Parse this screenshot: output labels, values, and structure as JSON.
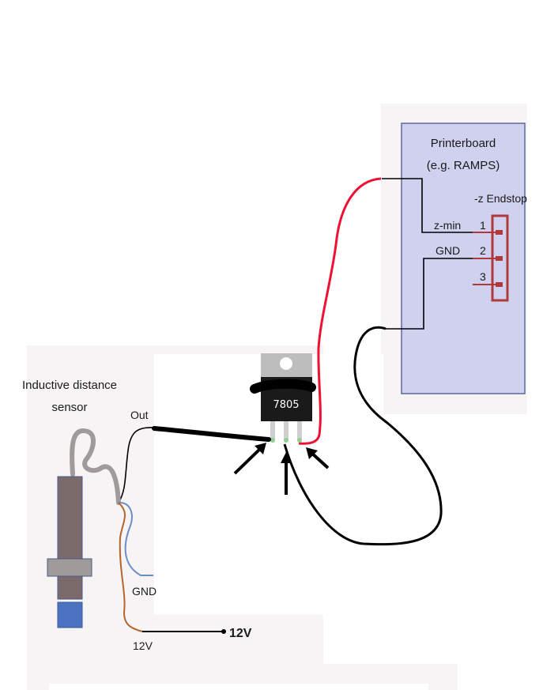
{
  "printerboard": {
    "title_line1": "Printerboard",
    "title_line2": "(e.g. RAMPS)",
    "connector_label": "-z Endstop",
    "pins": [
      {
        "number": "1",
        "signal": "z-min"
      },
      {
        "number": "2",
        "signal": "GND"
      },
      {
        "number": "3",
        "signal": ""
      }
    ],
    "fill_color": "#cfd1ef",
    "border_color": "#5a6aa0",
    "connector_color": "#b03a3a"
  },
  "regulator": {
    "part_number": "7805",
    "body_color": "#1a1a1a",
    "tab_color": "#bdbdbd",
    "pin_dot_color": "#8fcf8f"
  },
  "sensor": {
    "label_line1": "Inductive distance",
    "label_line2": "sensor",
    "body_color": "#7a6a6a",
    "nut_color": "#a09a9a",
    "tip_color": "#4a72c0"
  },
  "wire_labels": {
    "out": "Out",
    "gnd": "GND",
    "v12_sensor": "12V",
    "v12_supply": "12V"
  },
  "wire_colors": {
    "signal": "#000000",
    "power": "#ee1133",
    "sensor_brown": "#b5652a",
    "sensor_blue": "#6c8ec8",
    "sensor_grey": "#a09a9a"
  },
  "arrows": [
    {
      "points_to": "regulator-pin-input"
    },
    {
      "points_to": "regulator-pin-ground"
    },
    {
      "points_to": "regulator-pin-output"
    }
  ]
}
